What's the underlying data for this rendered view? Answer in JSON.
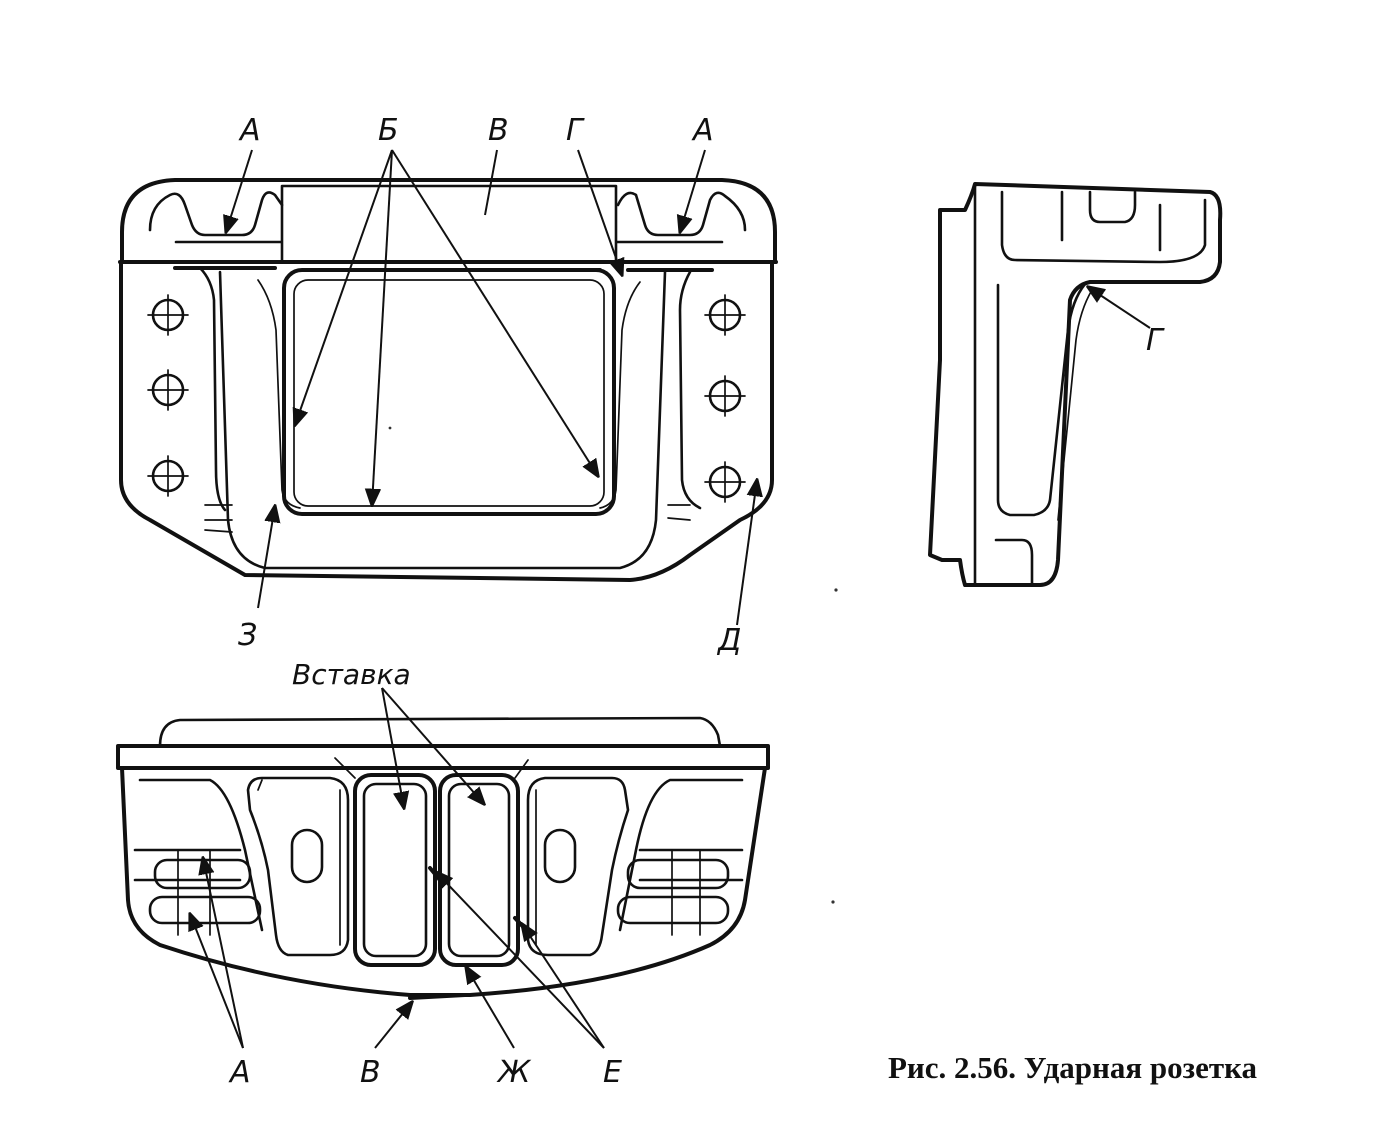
{
  "caption": "Рис. 2.56. Ударная розетка",
  "front_view": {
    "labels": {
      "a_left": "А",
      "b": "Б",
      "v": "В",
      "g": "Г",
      "a_right": "А",
      "z": "З",
      "d": "Д"
    }
  },
  "side_view": {
    "labels": {
      "g": "Г"
    }
  },
  "bottom_view": {
    "labels": {
      "insert": "Вставка",
      "a": "А",
      "v": "В",
      "zh": "Ж",
      "e": "Е"
    }
  }
}
